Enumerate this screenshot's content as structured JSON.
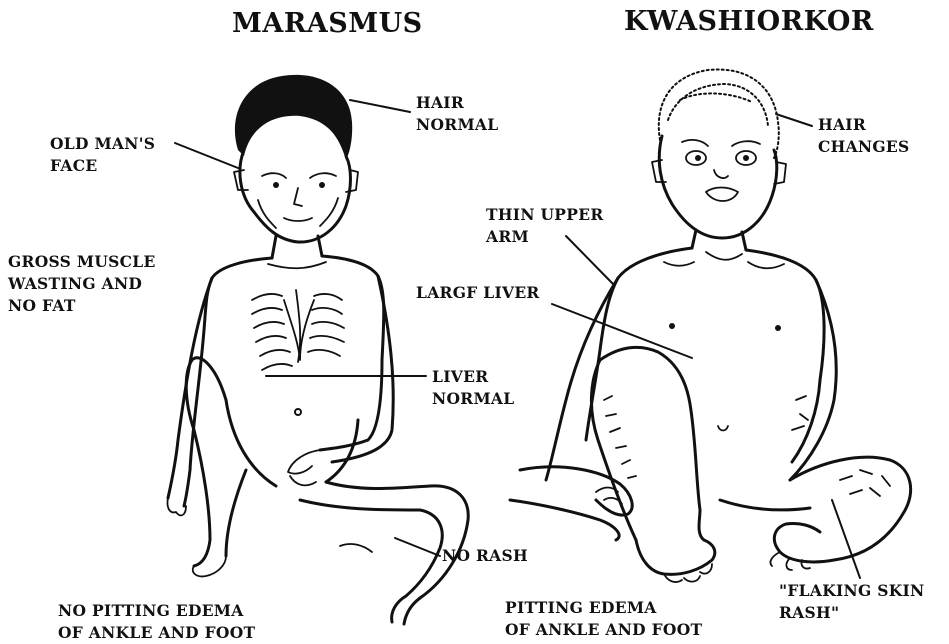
{
  "titles": {
    "left": "MARASMUS",
    "right": "KWASHIORKOR"
  },
  "labels": {
    "hair_normal": [
      "HAIR",
      "NORMAL"
    ],
    "old_mans_face": [
      "OLD MAN'S",
      "FACE"
    ],
    "gross_muscle": [
      "GROSS MUSCLE",
      "WASTING AND",
      "NO FAT"
    ],
    "liver_normal": [
      "LIVER",
      "NORMAL"
    ],
    "no_rash": [
      "NO RASH"
    ],
    "no_pitting_edema": [
      "NO PITTING EDEMA",
      "OF ANKLE AND FOOT"
    ],
    "hair_changes": [
      "HAIR",
      "CHANGES"
    ],
    "thin_upper_arm": [
      "THIN UPPER",
      "ARM"
    ],
    "large_liver": [
      "LARGF LIVER"
    ],
    "pitting_edema": [
      "PITTING EDEMA",
      "OF ANKLE AND FOOT"
    ],
    "flaking_skin_rash": [
      "\"FLAKING SKIN",
      "RASH\""
    ]
  }
}
